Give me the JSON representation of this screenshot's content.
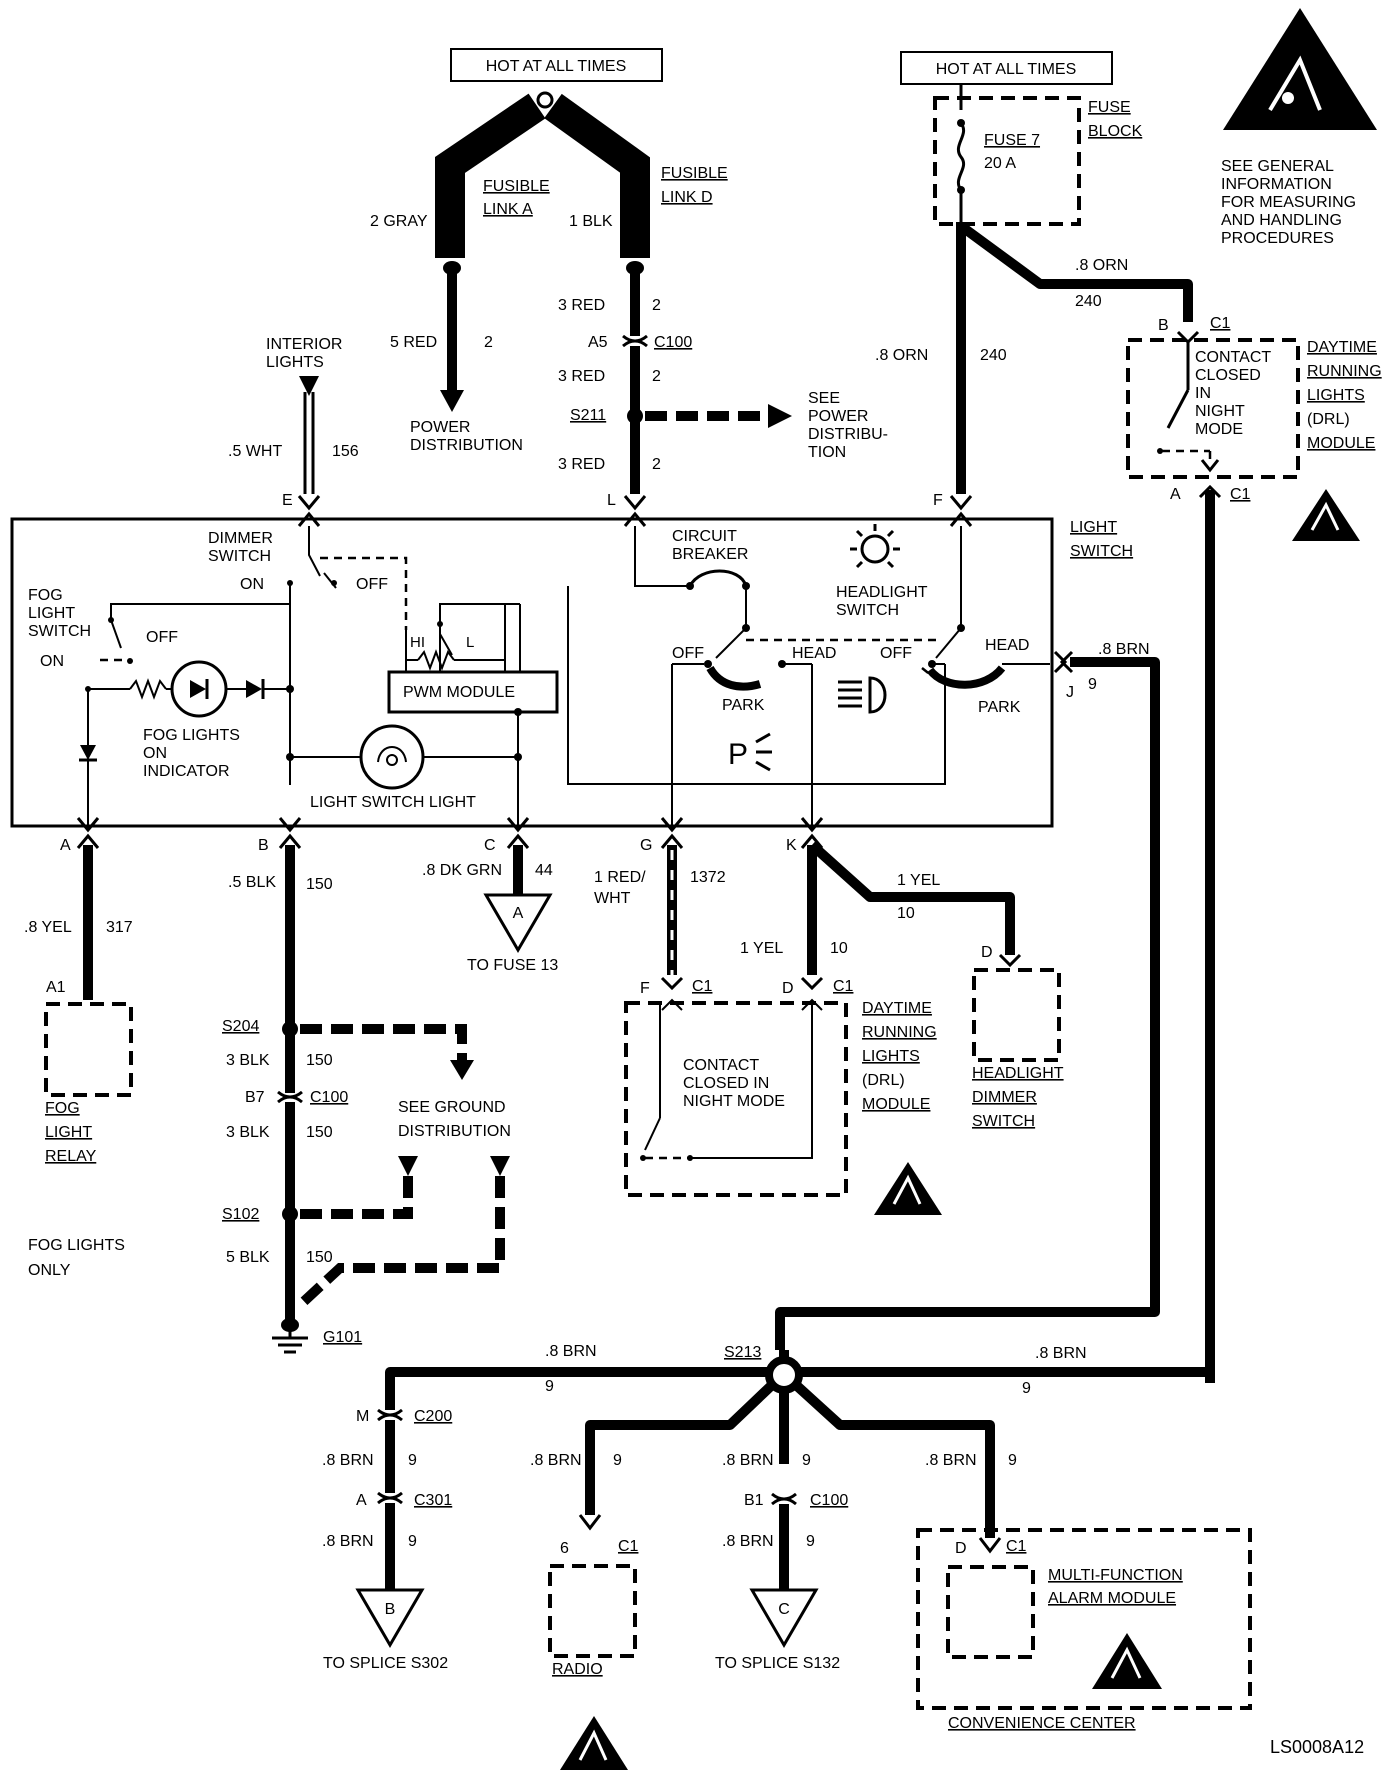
{
  "hot_left": "HOT AT ALL TIMES",
  "hot_right": "HOT AT ALL TIMES",
  "fusible_a": [
    "FUSIBLE",
    "LINK A"
  ],
  "fusible_d": [
    "FUSIBLE",
    "LINK D"
  ],
  "wire_2gray": "2 GRAY",
  "wire_1blk": "1 BLK",
  "wire_5red": "5 RED",
  "ckt_2a": "2",
  "power_dist": [
    "POWER",
    "DISTRIBUTION"
  ],
  "red_top": "3 RED",
  "ckt_2b": "2",
  "a5": "A5",
  "c100_top": "C100",
  "red_mid": "3 RED",
  "ckt_2c": "2",
  "s211": "S211",
  "see_power": [
    "SEE",
    "POWER",
    "DISTRIBU-",
    "TION"
  ],
  "red_bot": "3 RED",
  "ckt_2d": "2",
  "interior_lights": [
    "INTERIOR",
    "LIGHTS"
  ],
  "wht": ".5 WHT",
  "ckt156": "156",
  "fuse_block": [
    "FUSE",
    "BLOCK"
  ],
  "fuse7": "FUSE 7",
  "fuse7_a": "20 A",
  "orn_a": ".8 ORN",
  "ckt240_a": "240",
  "orn_b": ".8 ORN",
  "ckt240_b": "240",
  "esd_note": [
    "SEE GENERAL",
    "INFORMATION",
    "FOR MEASURING",
    "AND HANDLING",
    "PROCEDURES"
  ],
  "drl_top_b": "B",
  "drl_top_c1": "C1",
  "drl_top_contact": [
    "CONTACT",
    "CLOSED",
    "IN",
    "NIGHT",
    "MODE"
  ],
  "drl_top_name": [
    "DAYTIME",
    "RUNNING",
    "LIGHTS",
    "(DRL)",
    "MODULE"
  ],
  "drl_top_a": "A",
  "drl_top_c1b": "C1",
  "pin_e": "E",
  "pin_l": "L",
  "pin_f": "F",
  "light_switch": [
    "LIGHT",
    "SWITCH"
  ],
  "dimmer_switch": [
    "DIMMER",
    "SWITCH"
  ],
  "on_dim": "ON",
  "off_dim": "OFF",
  "fog_switch": [
    "FOG",
    "LIGHT",
    "SWITCH"
  ],
  "fog_on": "ON",
  "fog_off": "OFF",
  "hi": "HI",
  "lo": "L",
  "pwm": "PWM MODULE",
  "circuit_breaker": [
    "CIRCUIT",
    "BREAKER"
  ],
  "headlight_switch": [
    "HEADLIGHT",
    "SWITCH"
  ],
  "off1": "OFF",
  "head1": "HEAD",
  "park1": "PARK",
  "off2": "OFF",
  "head2": "HEAD",
  "park2": "PARK",
  "fog_ind": [
    "FOG LIGHTS",
    "ON",
    "INDICATOR"
  ],
  "ls_light": "LIGHT SWITCH LIGHT",
  "pin_j": "J",
  "brn_j": ".8 BRN",
  "ckt9_j": "9",
  "pin_a": "A",
  "pin_b": "B",
  "pin_c": "C",
  "pin_g": "G",
  "pin_k": "K",
  "blk_b": ".5 BLK",
  "ckt150_a": "150",
  "dkgrn": ".8 DK GRN",
  "ckt44": "44",
  "tri_a": "A",
  "to_fuse13": "TO FUSE 13",
  "yel_a": ".8 YEL",
  "ckt317": "317",
  "a1": "A1",
  "fog_relay": [
    "FOG",
    "LIGHT",
    "RELAY"
  ],
  "fog_only": [
    "FOG LIGHTS",
    "ONLY"
  ],
  "redwht": [
    "1 RED/",
    "WHT"
  ],
  "ckt1372": "1372",
  "yel_k1": "1 YEL",
  "ckt10_a": "10",
  "yel_k2": "1 YEL",
  "ckt10_b": "10",
  "pin_d_hd": "D",
  "hd_switch": [
    "HEADLIGHT",
    "DIMMER",
    "SWITCH"
  ],
  "drl_mid_f": "F",
  "drl_mid_c1a": "C1",
  "drl_mid_d": "D",
  "drl_mid_c1b": "C1",
  "drl_mid_contact": [
    "CONTACT",
    "CLOSED IN",
    "NIGHT MODE"
  ],
  "drl_mid_name": [
    "DAYTIME",
    "RUNNING",
    "LIGHTS",
    "(DRL)",
    "MODULE"
  ],
  "s204": "S204",
  "blk3_a": "3 BLK",
  "ckt150_b": "150",
  "b7": "B7",
  "c100_mid": "C100",
  "blk3_b": "3 BLK",
  "ckt150_c": "150",
  "see_ground": [
    "SEE GROUND",
    "DISTRIBUTION"
  ],
  "s102": "S102",
  "blk5": "5 BLK",
  "ckt150_d": "150",
  "g101": "G101",
  "s213": "S213",
  "brn_l": ".8 BRN",
  "ckt9_l": "9",
  "brn_r": ".8 BRN",
  "ckt9_r": "9",
  "m": "M",
  "c200": "C200",
  "brn_m": ".8 BRN",
  "ckt9_m": "9",
  "a_c301": "A",
  "c301": "C301",
  "brn_m2": ".8 BRN",
  "ckt9_m2": "9",
  "tri_b": "B",
  "to_s302": "TO SPLICE S302",
  "brn_radio": ".8 BRN",
  "ckt9_radio": "9",
  "pin6": "6",
  "c1_radio": "C1",
  "radio": "RADIO",
  "brn_c": ".8 BRN",
  "ckt9_c": "9",
  "b1": "B1",
  "c100_bot": "C100",
  "brn_c2": ".8 BRN",
  "ckt9_c2": "9",
  "tri_c": "C",
  "to_s132": "TO SPLICE S132",
  "brn_mf": ".8 BRN",
  "ckt9_mf": "9",
  "pin_d_mf": "D",
  "c1_mf": "C1",
  "mf_alarm": [
    "MULTI-FUNCTION",
    "ALARM MODULE"
  ],
  "conv_center": "CONVENIENCE CENTER",
  "figure_id": "LS0008A12"
}
